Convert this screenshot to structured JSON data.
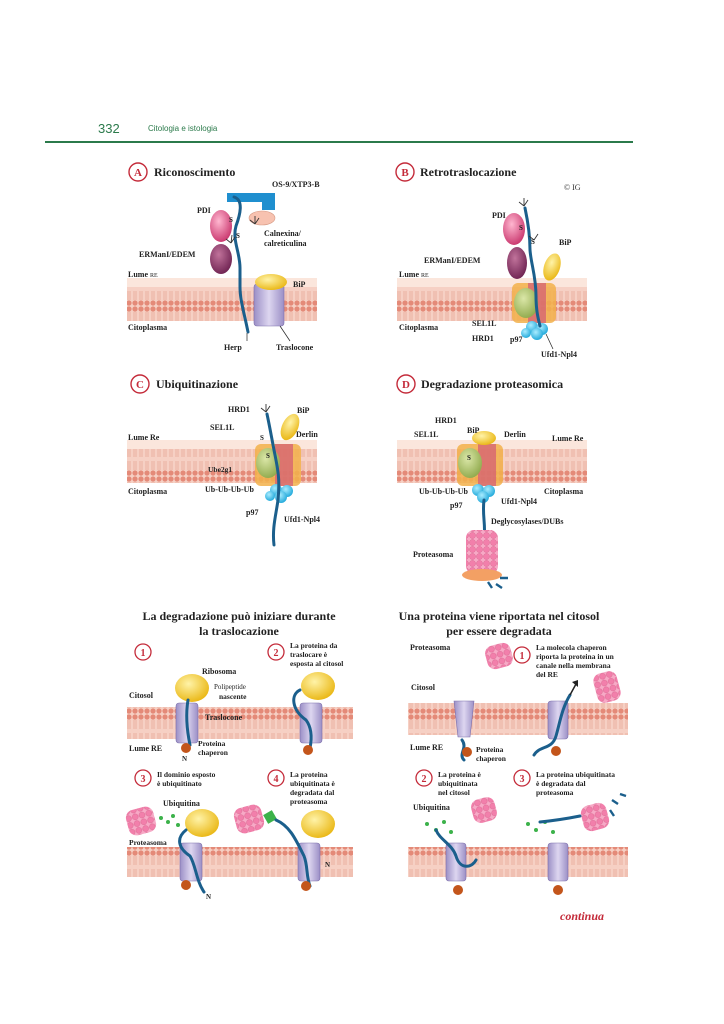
{
  "header": {
    "page_number": "332",
    "section": "Citologia e istologia"
  },
  "copyright": "© IG",
  "panels": {
    "a": {
      "letter": "A",
      "title": "Riconoscimento",
      "labels": {
        "os9": "OS-9/XTP3-B",
        "pdi": "PDI",
        "s1": "S",
        "s2": "S",
        "calnexina1": "Calnexina/",
        "calnexina2": "calreticulina",
        "erman": "ERManI/EDEM",
        "lume": "Lume",
        "lume_sub": "RE",
        "bip": "BiP",
        "cito": "Citoplasma",
        "herp": "Herp",
        "traslocone": "Traslocone"
      }
    },
    "b": {
      "letter": "B",
      "title": "Retrotraslocazione",
      "labels": {
        "pdi": "PDI",
        "s1": "S",
        "s2": "S",
        "bip": "BiP",
        "erman": "ERManI/EDEM",
        "lume": "Lume",
        "lume_sub": "RE",
        "cito": "Citoplasma",
        "sel1l": "SEL1L",
        "hrd1": "HRD1",
        "p97": "p97",
        "ufd": "Ufd1-Npl4"
      }
    },
    "c": {
      "letter": "C",
      "title": "Ubiquitinazione",
      "labels": {
        "hrd1": "HRD1",
        "bip": "BiP",
        "sel1l": "SEL1L",
        "s1": "S",
        "s2": "S",
        "derlin": "Derlin",
        "lume": "Lume Re",
        "ube": "Ube2g1",
        "cito": "Citoplasma",
        "ub": "Ub-Ub-Ub-Ub",
        "p97": "p97",
        "ufd": "Ufd1-Npl4"
      }
    },
    "d": {
      "letter": "D",
      "title": "Degradazione proteasomica",
      "labels": {
        "hrd1": "HRD1",
        "sel1l": "SEL1L",
        "bip": "BiP",
        "s": "S",
        "derlin": "Derlin",
        "lume": "Lume Re",
        "ub": "Ub-Ub-Ub-Ub",
        "ufd": "Ufd1-Npl4",
        "cito": "Citoplasma",
        "p97": "p97",
        "degly": "Deglycosylases/DUBs",
        "proteasoma": "Proteasoma"
      }
    }
  },
  "lower_left": {
    "title1": "La degradazione può iniziare durante",
    "title2": "la traslocazione",
    "step1": {
      "num": "1"
    },
    "step2": {
      "num": "2",
      "text1": "La proteina da",
      "text2": "traslocare è",
      "text3": "esposta al citosol"
    },
    "step3": {
      "num": "3",
      "text1": "Il dominio esposto",
      "text2": "è ubiquitinato"
    },
    "step4": {
      "num": "4",
      "text1": "La proteina",
      "text2": "ubiquitinata è",
      "text3": "degradata dal",
      "text4": "proteasoma"
    },
    "labels": {
      "ribosoma": "Ribosoma",
      "polipeptide1": "Polipeptide",
      "polipeptide2": "nascente",
      "citosol": "Citosol",
      "traslocone": "Traslocone",
      "lume": "Lume RE",
      "chaperon1": "Proteina",
      "chaperon2": "chaperon",
      "n1": "N",
      "n2": "N",
      "n3": "N",
      "ubiquitina": "Ubiquitina",
      "proteasoma": "Proteasoma"
    }
  },
  "lower_right": {
    "title1": "Una proteina viene riportata nel citosol",
    "title2": "per essere degradata",
    "step1": {
      "num": "1",
      "text1": "La molecola chaperon",
      "text2": "riporta la proteina in un",
      "text3": "canale nella membrana",
      "text4": "del RE"
    },
    "step2": {
      "num": "2",
      "text1": "La proteina è",
      "text2": "ubiquitinata",
      "text3": "nel citosol"
    },
    "step3": {
      "num": "3",
      "text1": "La proteina ubiquitinata",
      "text2": "è degradata dal",
      "text3": "proteasoma"
    },
    "labels": {
      "proteasoma": "Proteasoma",
      "citosol": "Citosol",
      "lume": "Lume RE",
      "chaperon1": "Proteina",
      "chaperon2": "chaperon",
      "ubiquitina": "Ubiquitina"
    }
  },
  "footer": {
    "continua": "continua"
  },
  "colors": {
    "accent": "#c42b3a",
    "header_green": "#2b7a4b",
    "membrane": "#e9a090",
    "protein_chain": "#1b5f8c",
    "proteasome": "#f08cb0",
    "ribosome": "#f0c230"
  }
}
